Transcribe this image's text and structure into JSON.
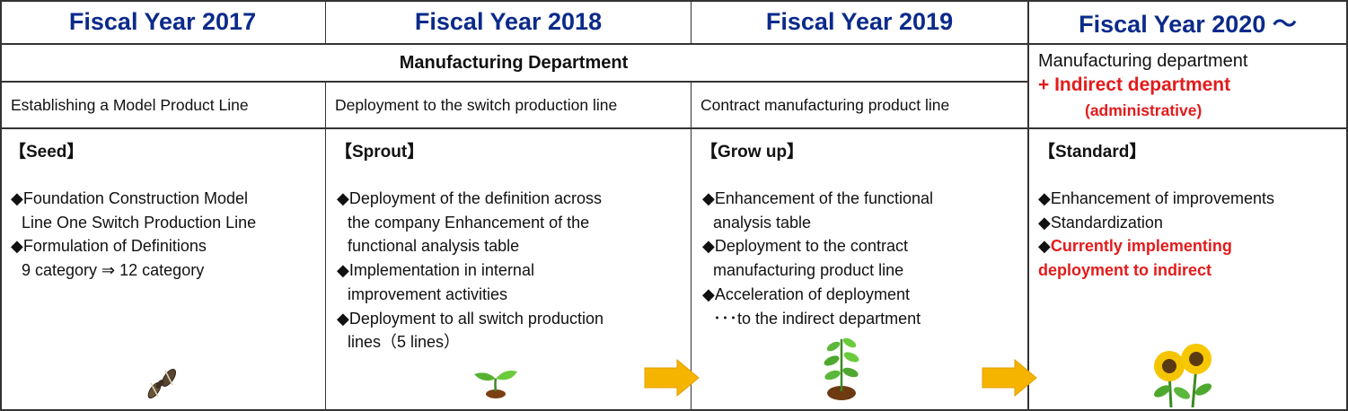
{
  "years": [
    "Fiscal Year 2017",
    "Fiscal Year 2018",
    "Fiscal Year 2019",
    "Fiscal Year 2020 〜"
  ],
  "manufacturing_header": "Manufacturing Department",
  "fy2020_header": {
    "line1": "Manufacturing department",
    "line2": "+ Indirect department",
    "line3": "(administrative)"
  },
  "sublines": [
    "Establishing a Model Product Line",
    "Deployment to the switch production line",
    "Contract manufacturing product line"
  ],
  "stages": [
    {
      "title": "【Seed】",
      "lines": [
        "◆Foundation Construction Model",
        "Line One Switch Production Line",
        "◆Formulation of Definitions",
        "9 category ⇒ 12 category"
      ]
    },
    {
      "title": "【Sprout】",
      "lines": [
        "◆Deployment of the definition across",
        "the company Enhancement of the",
        "functional analysis table",
        "◆Implementation in internal",
        "improvement activities",
        "◆Deployment to all switch production",
        "lines（5 lines）"
      ]
    },
    {
      "title": "【Grow up】",
      "lines": [
        "◆Enhancement of the functional",
        "analysis table",
        "◆Deployment to the contract",
        "manufacturing product line",
        "◆Acceleration of deployment",
        "･･･to the indirect department"
      ]
    },
    {
      "title": "【Standard】",
      "lines": [
        "◆Enhancement of improvements",
        "◆Standardization",
        "◆",
        "Currently implementing",
        "deployment to indirect"
      ]
    }
  ],
  "icons": [
    "seeds-icon",
    "sprout-icon",
    "seedling-icon",
    "sunflower-icon",
    "arrow-right-icon"
  ],
  "colors": {
    "year_blue": "#0b2a8a",
    "highlight_red": "#e31b1b",
    "arrow_yellow": "#f5b400"
  }
}
